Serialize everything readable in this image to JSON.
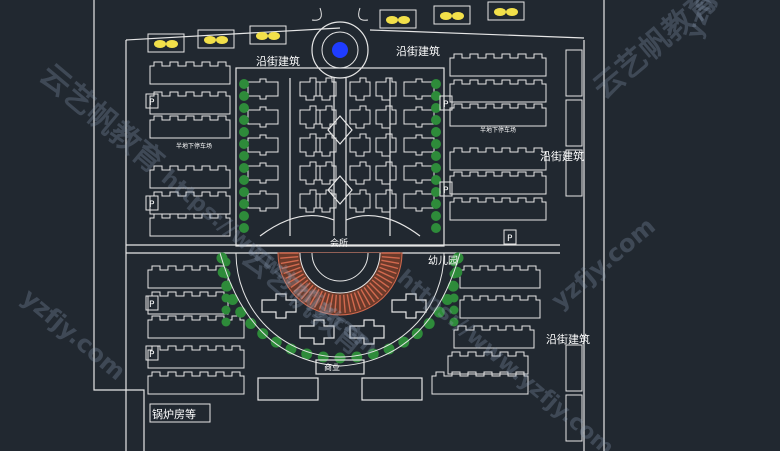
{
  "plan": {
    "labels": {
      "street_top_left": "沿街建筑",
      "street_top_right": "沿街建筑",
      "street_right": "沿街建筑",
      "street_right_bottom": "沿街建筑",
      "parking_left": "半地下停车场",
      "parking_right": "半地下停车场",
      "clubhouse": "会所",
      "kindergarten": "幼儿园",
      "commercial": "商业",
      "boiler": "锅炉房等",
      "parking_mark": "P"
    },
    "watermark": {
      "brand": "云艺帆教育",
      "url": "yzfjy.com",
      "url_full": "https://www.yzfjy.com"
    }
  },
  "colors": {
    "background": "#212830",
    "linework": "#e6e6e6",
    "tree": "#2e8b3a",
    "plaza": "#d2694e",
    "fountain": "#1f3cff",
    "lamp": "#f2e04a",
    "watermark": "#8fa0b8"
  }
}
